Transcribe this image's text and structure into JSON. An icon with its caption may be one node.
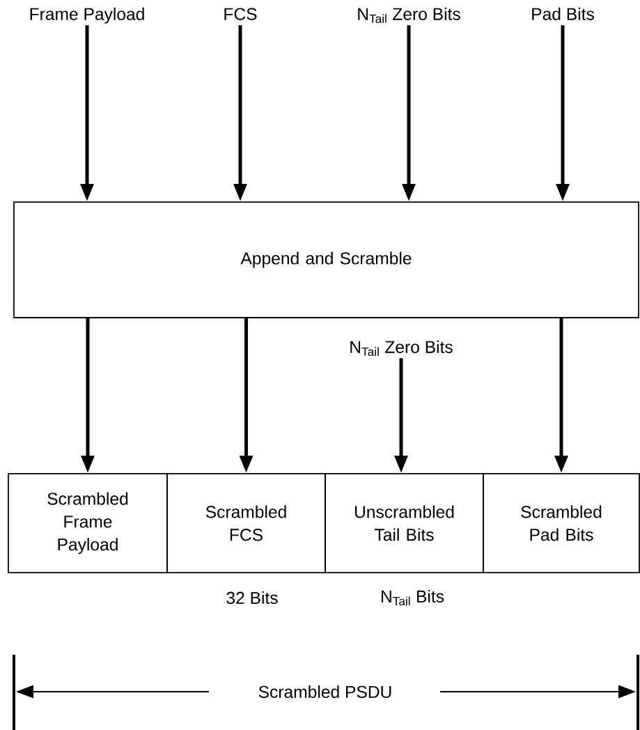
{
  "diagram": {
    "nodes": [
      {
        "text": [
          "Frame Payload"
        ]
      },
      {
        "text": [
          "FCS"
        ]
      },
      {
        "text": [
          "N$_{Tail}$ Zero Bits"
        ]
      },
      {
        "text": [
          "Pad Bits"
        ]
      },
      {
        "text": [
          "Append and Scramble"
        ]
      },
      {
        "text": [
          "N$_{Tail}$ Zero Bits"
        ]
      },
      {
        "text": [
          "Scrambled Frame Payload"
        ]
      },
      {
        "text": [
          "Scrambled FCS"
        ]
      },
      {
        "text": [
          "Unscrambled Tail Bits"
        ]
      },
      {
        "text": [
          "Scrambled Pad Bits"
        ]
      }
    ],
    "edges": [
      {
        "from": 0,
        "to": 4,
        "arrow": "to"
      },
      {
        "from": 1,
        "to": 4,
        "arrow": "to"
      },
      {
        "from": 2,
        "to": 4,
        "arrow": "to"
      },
      {
        "from": 3,
        "to": 4,
        "arrow": "to"
      },
      {
        "from": 4,
        "to": 6,
        "arrow": "to"
      },
      {
        "from": 4,
        "to": 7,
        "arrow": "to"
      },
      {
        "from": 5,
        "to": 8,
        "arrow": "to"
      },
      {
        "from": 4,
        "to": 9,
        "arrow": "to"
      }
    ],
    "labels": [
      "32 Bits",
      "N$_{Tail}$ Bits",
      "Scrambled PSDU"
    ]
  }
}
